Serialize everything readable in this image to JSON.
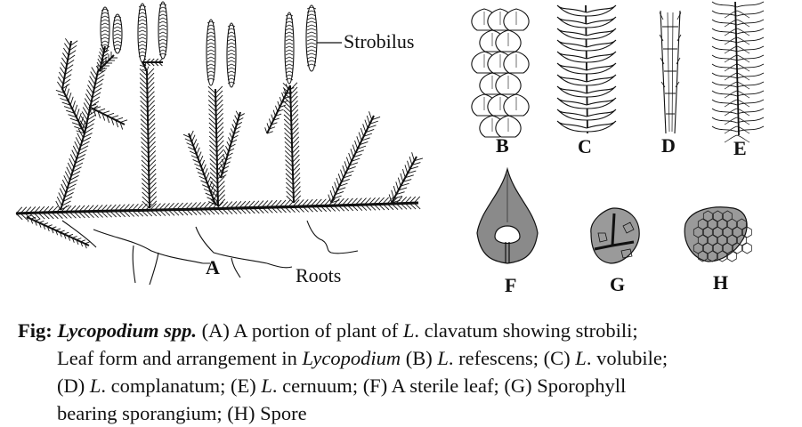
{
  "labels": {
    "strobilus": "Strobilus",
    "roots": "Roots",
    "a": "A",
    "b": "B",
    "c": "C",
    "d": "D",
    "e": "E",
    "f": "F",
    "g": "G",
    "h": "H"
  },
  "caption": {
    "fig_prefix": "Fig: ",
    "genus": "Lycopodium spp.",
    "p1": " (A) A portion of plant of ",
    "p1_l": "L",
    "p1_species": ". clavatum",
    "p1_end": " showing strobili;",
    "line2_a": "Leaf form and arrangement in ",
    "line2_genus": "Lycopodium",
    "line2_b": " (B) ",
    "line2_l1": "L",
    "line2_sp1": ". refescens",
    "line2_c": "; (C) ",
    "line2_l2": "L",
    "line2_sp2": ". volubile",
    "line2_end": ";",
    "line3_a": "(D) ",
    "line3_l1": "L",
    "line3_sp1": ". complanatum",
    "line3_b": "; (E) ",
    "line3_l2": "L",
    "line3_sp2": ". cernuum",
    "line3_c": "; (F) A sterile leaf; (G) Sporophyll",
    "line4": "bearing sporangium; (H) Spore"
  },
  "colors": {
    "ink": "#111111",
    "leaf_fill": "#8a8a8a",
    "spore_fill": "#9a9a9a"
  }
}
